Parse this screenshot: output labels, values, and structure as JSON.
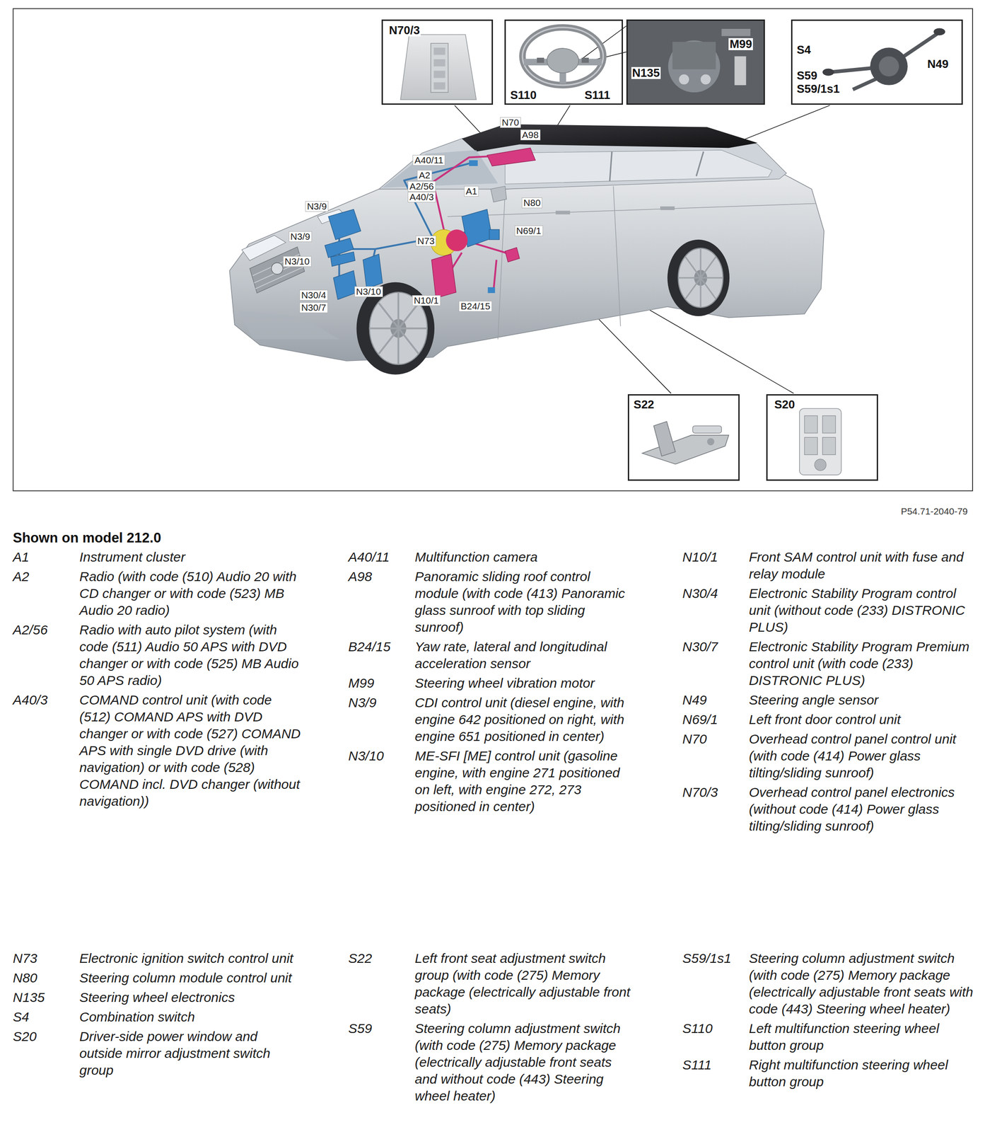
{
  "diagram": {
    "title": "Shown on model 212.0",
    "nodes": [
      {
        "text": [
          "N70/3"
        ]
      },
      {
        "text": [
          "S110",
          "S111"
        ]
      },
      {
        "text": [
          "M99",
          "N135"
        ]
      },
      {
        "text": [
          "S4",
          "N49",
          "S59",
          "S59/1s1"
        ]
      },
      {
        "text": [
          "S22"
        ]
      },
      {
        "text": [
          "S20"
        ]
      }
    ],
    "labels": [
      "N70",
      "A98",
      "A40/11",
      "A2",
      "A2/56",
      "A40/3",
      "A1",
      "N3/9",
      "N80",
      "N69/1",
      "N3/9",
      "N73",
      "N3/10",
      "N3/10",
      "N30/4",
      "N10/1",
      "N30/7",
      "B24/15",
      "P54.71-2040-79",
      "A1",
      "Instrument cluster",
      "A2",
      "Radio (with code (510) Audio 20 with CD changer or with code (523) MB Audio 20 radio)",
      "A2/56",
      "Radio with auto pilot system (with code (511) Audio 50 APS with DVD changer or with code (525) MB Audio 50 APS radio)",
      "A40/3",
      "COMAND control unit (with code (512) COMAND APS with DVD changer or with code (527) COMAND APS with single DVD drive (with navigation) or with code (528) COMAND incl. DVD changer (without navigation))",
      "A40/11",
      "Multifunction camera",
      "A98",
      "Panoramic sliding roof control module (with code (413) Panoramic glass sunroof with top sliding sunroof)",
      "B24/15",
      "Yaw rate, lateral and longitudinal acceleration sensor",
      "M99",
      "Steering wheel vibration motor",
      "N3/9",
      "CDI control unit (diesel engine, with engine 642 positioned on right, with engine 651 positioned in center)",
      "N3/10",
      "ME-SFI [ME] control unit (gasoline engine, with engine 271 positioned on left, with engine 272, 273 positioned in center)",
      "N10/1",
      "Front SAM control unit with fuse and relay module",
      "N30/4",
      "Electronic Stability Program control unit (without code (233) DISTRONIC PLUS)",
      "N30/7",
      "Electronic Stability Program Premium control unit (with code (233) DISTRONIC PLUS)",
      "N49",
      "Steering angle sensor",
      "N69/1",
      "Left front door control unit",
      "N70",
      "Overhead control panel control unit (with code (414) Power glass tilting/sliding sunroof)",
      "N70/3",
      "Overhead control panel electronics (without code (414) Power glass tilting/sliding sunroof)",
      "N73",
      "Electronic ignition switch control unit",
      "N80",
      "Steering column module control unit",
      "N135",
      "Steering wheel electronics",
      "S4",
      "Combination switch",
      "S20",
      "Driver-side power window and outside mirror adjustment switch group",
      "S22",
      "Left front seat adjustment switch group (with code (275) Memory package (electrically adjustable front seats)",
      "S59",
      "Steering column adjustment switch (with code (275) Memory package (electrically adjustable front seats and without code (443) Steering wheel heater)",
      "S59/1s1",
      "Steering column adjustment switch (with code (275) Memory package (electrically adjustable front seats with code (443) Steering wheel heater)",
      "S110",
      "Left multifunction steering wheel button group",
      "S111",
      "Right multifunction steering wheel button group"
    ]
  }
}
